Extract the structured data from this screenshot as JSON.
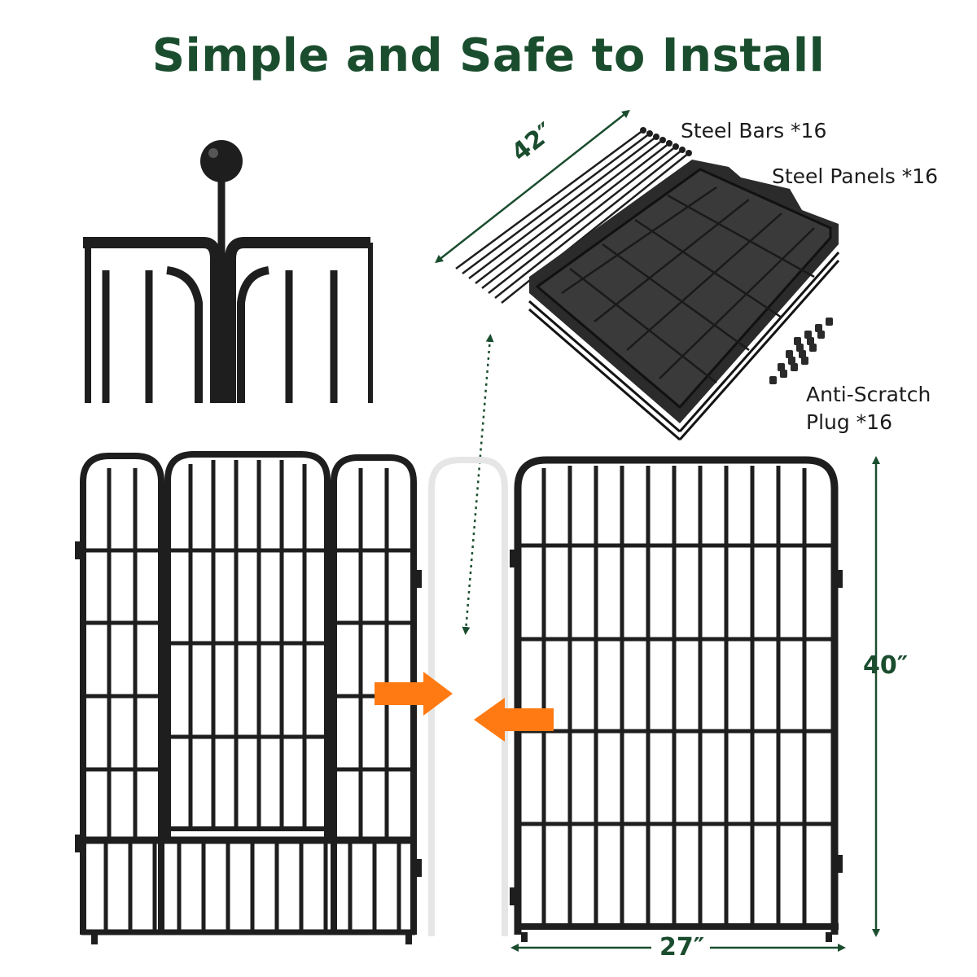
{
  "title": "Simple and Safe to Install",
  "labels": {
    "steel_bars": "Steel Bars *16",
    "steel_panels": "Steel Panels *16",
    "plug_line1": "Anti-Scratch",
    "plug_line2": "Plug *16"
  },
  "dimensions": {
    "length": "42″",
    "height": "40″",
    "width": "27″"
  },
  "colors": {
    "title_green": "#1a4d2e",
    "arrow_orange": "#ff7a12",
    "metal_black": "#1e1e1e"
  }
}
